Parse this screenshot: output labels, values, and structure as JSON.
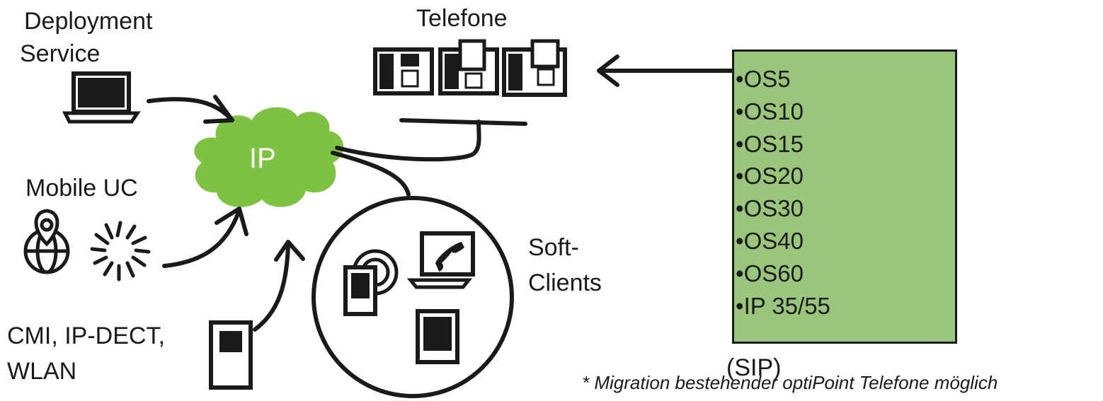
{
  "labels": {
    "deployment_line1": "Deployment",
    "deployment_line2": "Service",
    "telefone": "Telefone",
    "mobile_uc": "Mobile UC",
    "cmi_line1": "CMI, IP-DECT,",
    "cmi_line2": "WLAN",
    "soft_line1": "Soft-",
    "soft_line2": "Clients",
    "ip": "IP"
  },
  "os_list": [
    "OS5",
    "OS10",
    "OS15",
    "OS20",
    "OS30",
    "OS40",
    "OS60",
    "IP 35/55",
    "(SIP)"
  ],
  "footnote": "* Migration bestehender optiPoint Telefone möglich",
  "colors": {
    "cloud": "#7dc242",
    "box": "#9cc57c",
    "ink": "#1a1a1a"
  },
  "icons": [
    "laptop-icon",
    "location-globe-icon",
    "pinwheel-icon",
    "desk-phone-icon",
    "mobile-handset-icon",
    "softphone-laptop-icon",
    "tablet-icon"
  ]
}
